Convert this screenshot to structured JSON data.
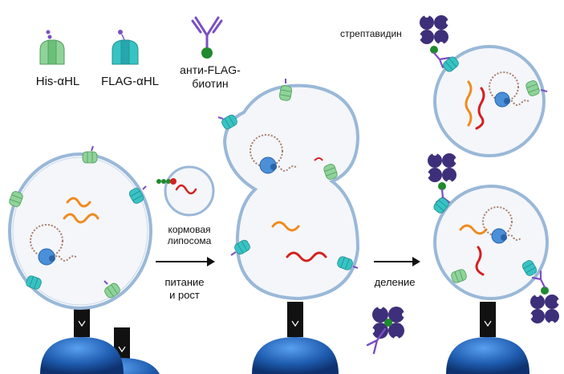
{
  "legend": {
    "his": "His-αHL",
    "flag": "FLAG-αHL",
    "anti_line1": "анти-FLAG-",
    "anti_line2": "биотин"
  },
  "labels": {
    "streptavidin": "стрептавидин",
    "feeding_line1": "кормовая",
    "feeding_line2": "липосома",
    "step1_line1": "питание",
    "step1_line2": "и рост",
    "step2": "деление"
  },
  "colors": {
    "membrane": "#9ab8d8",
    "interior": "#f4f6fa",
    "his": "#8fd39a",
    "flag": "#38c3c3",
    "antibody": "#7a4fc4",
    "biotin": "#1f8a2e",
    "streptavidin": "#3e2f7a",
    "rna_orange": "#f08a1e",
    "rna_red": "#d42020",
    "dna": "#a77e6a",
    "polymerase": "#4a8fd8",
    "support": "#111111",
    "bead": "#1f4f9a"
  }
}
